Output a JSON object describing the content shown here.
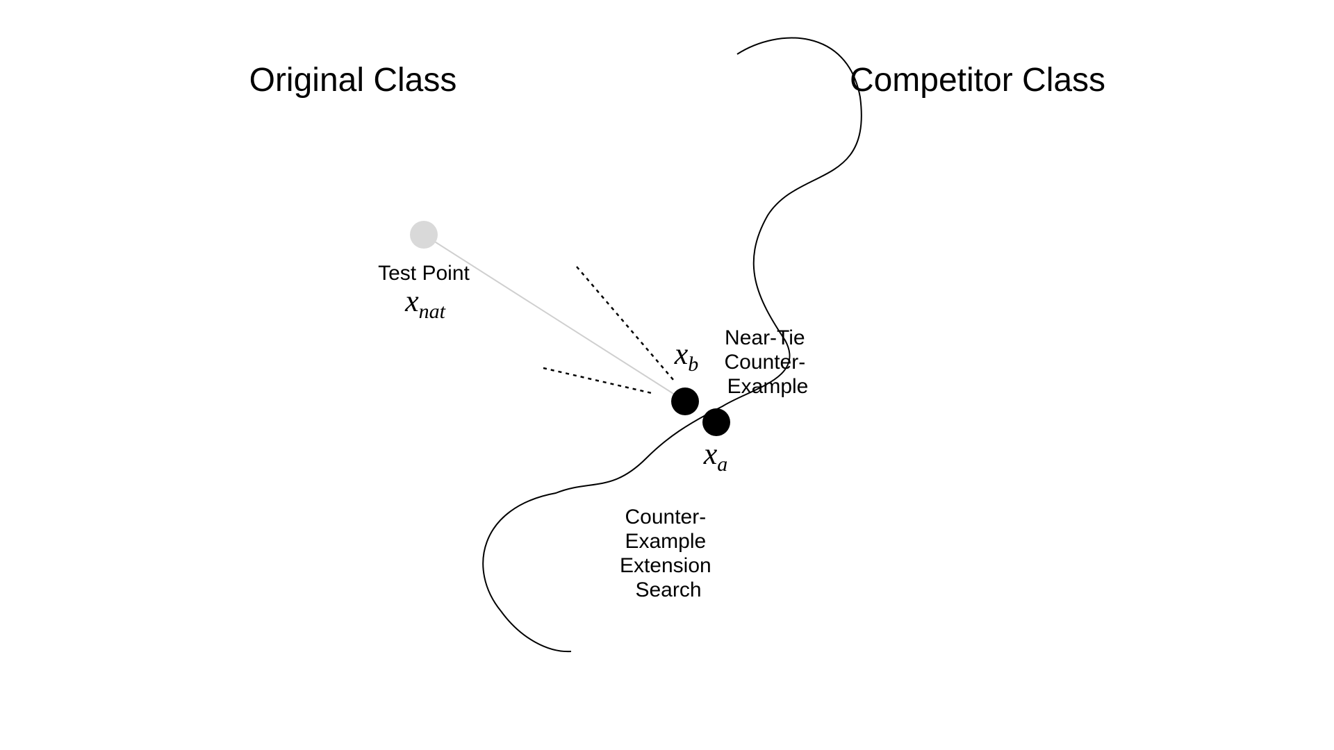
{
  "regions": {
    "original_class": "Original Class",
    "competitor_class": "Competitor Class"
  },
  "test_point": {
    "caption": "Test Point",
    "symbol_base": "x",
    "symbol_sub": "nat",
    "color": "#d9d9d9"
  },
  "near_tie": {
    "symbol_base": "x",
    "symbol_sub": "b",
    "lines": [
      "Near-Tie",
      "Counter-",
      "Example"
    ]
  },
  "counter_example": {
    "symbol_base": "x",
    "symbol_sub": "a"
  },
  "extension_search": {
    "lines": [
      "Counter-",
      "Example",
      "Extension",
      "Search"
    ]
  },
  "colors": {
    "ink": "#000000",
    "test_point": "#d9d9d9",
    "test_line": "#cfcfcf"
  }
}
